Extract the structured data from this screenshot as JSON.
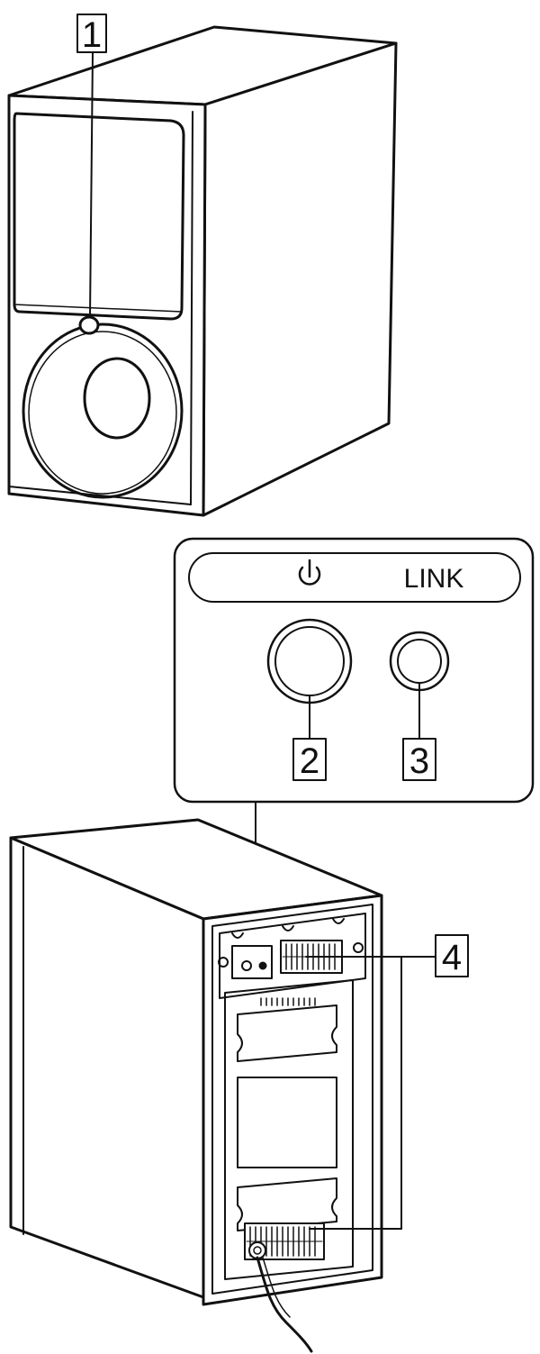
{
  "callouts": {
    "c1": "1",
    "c2": "2",
    "c3": "3",
    "c4": "4"
  },
  "panel": {
    "link_label": "LINK"
  },
  "icons": {
    "power": "power-icon"
  }
}
